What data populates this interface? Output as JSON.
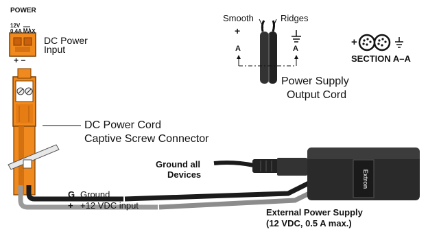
{
  "power_rating": {
    "title": "POWER",
    "voltage": "12V",
    "current": "0.4A MAX"
  },
  "labels": {
    "dc_power_input_line1": "DC Power",
    "dc_power_input_line2": "Input",
    "input_polarity": "+ −",
    "cord_line1": "DC Power Cord",
    "cord_line2": "Captive Screw Connector",
    "smooth": "Smooth",
    "ridges": "Ridges",
    "plus_sign": "+",
    "section_letter_left": "A",
    "section_letter_right": "A",
    "psu_cord_line1": "Power Supply",
    "psu_cord_line2": "Output Cord",
    "section_title": "SECTION  A–A",
    "ground_all_line1": "Ground all",
    "ground_all_line2": "Devices",
    "ground_prefix": "G",
    "ground": "Ground",
    "vdc_prefix": "+",
    "vdc_input": "+12 VDC input",
    "ext_psu_line1": "External Power Supply",
    "ext_psu_line2": "(12 VDC, 0.5 A max.)",
    "brand": "Extron"
  },
  "colors": {
    "connector_orange": "#f08a1e",
    "cable_dark": "#1b1b1b",
    "cable_grey": "#9a9a9a",
    "psu_body": "#222222"
  }
}
